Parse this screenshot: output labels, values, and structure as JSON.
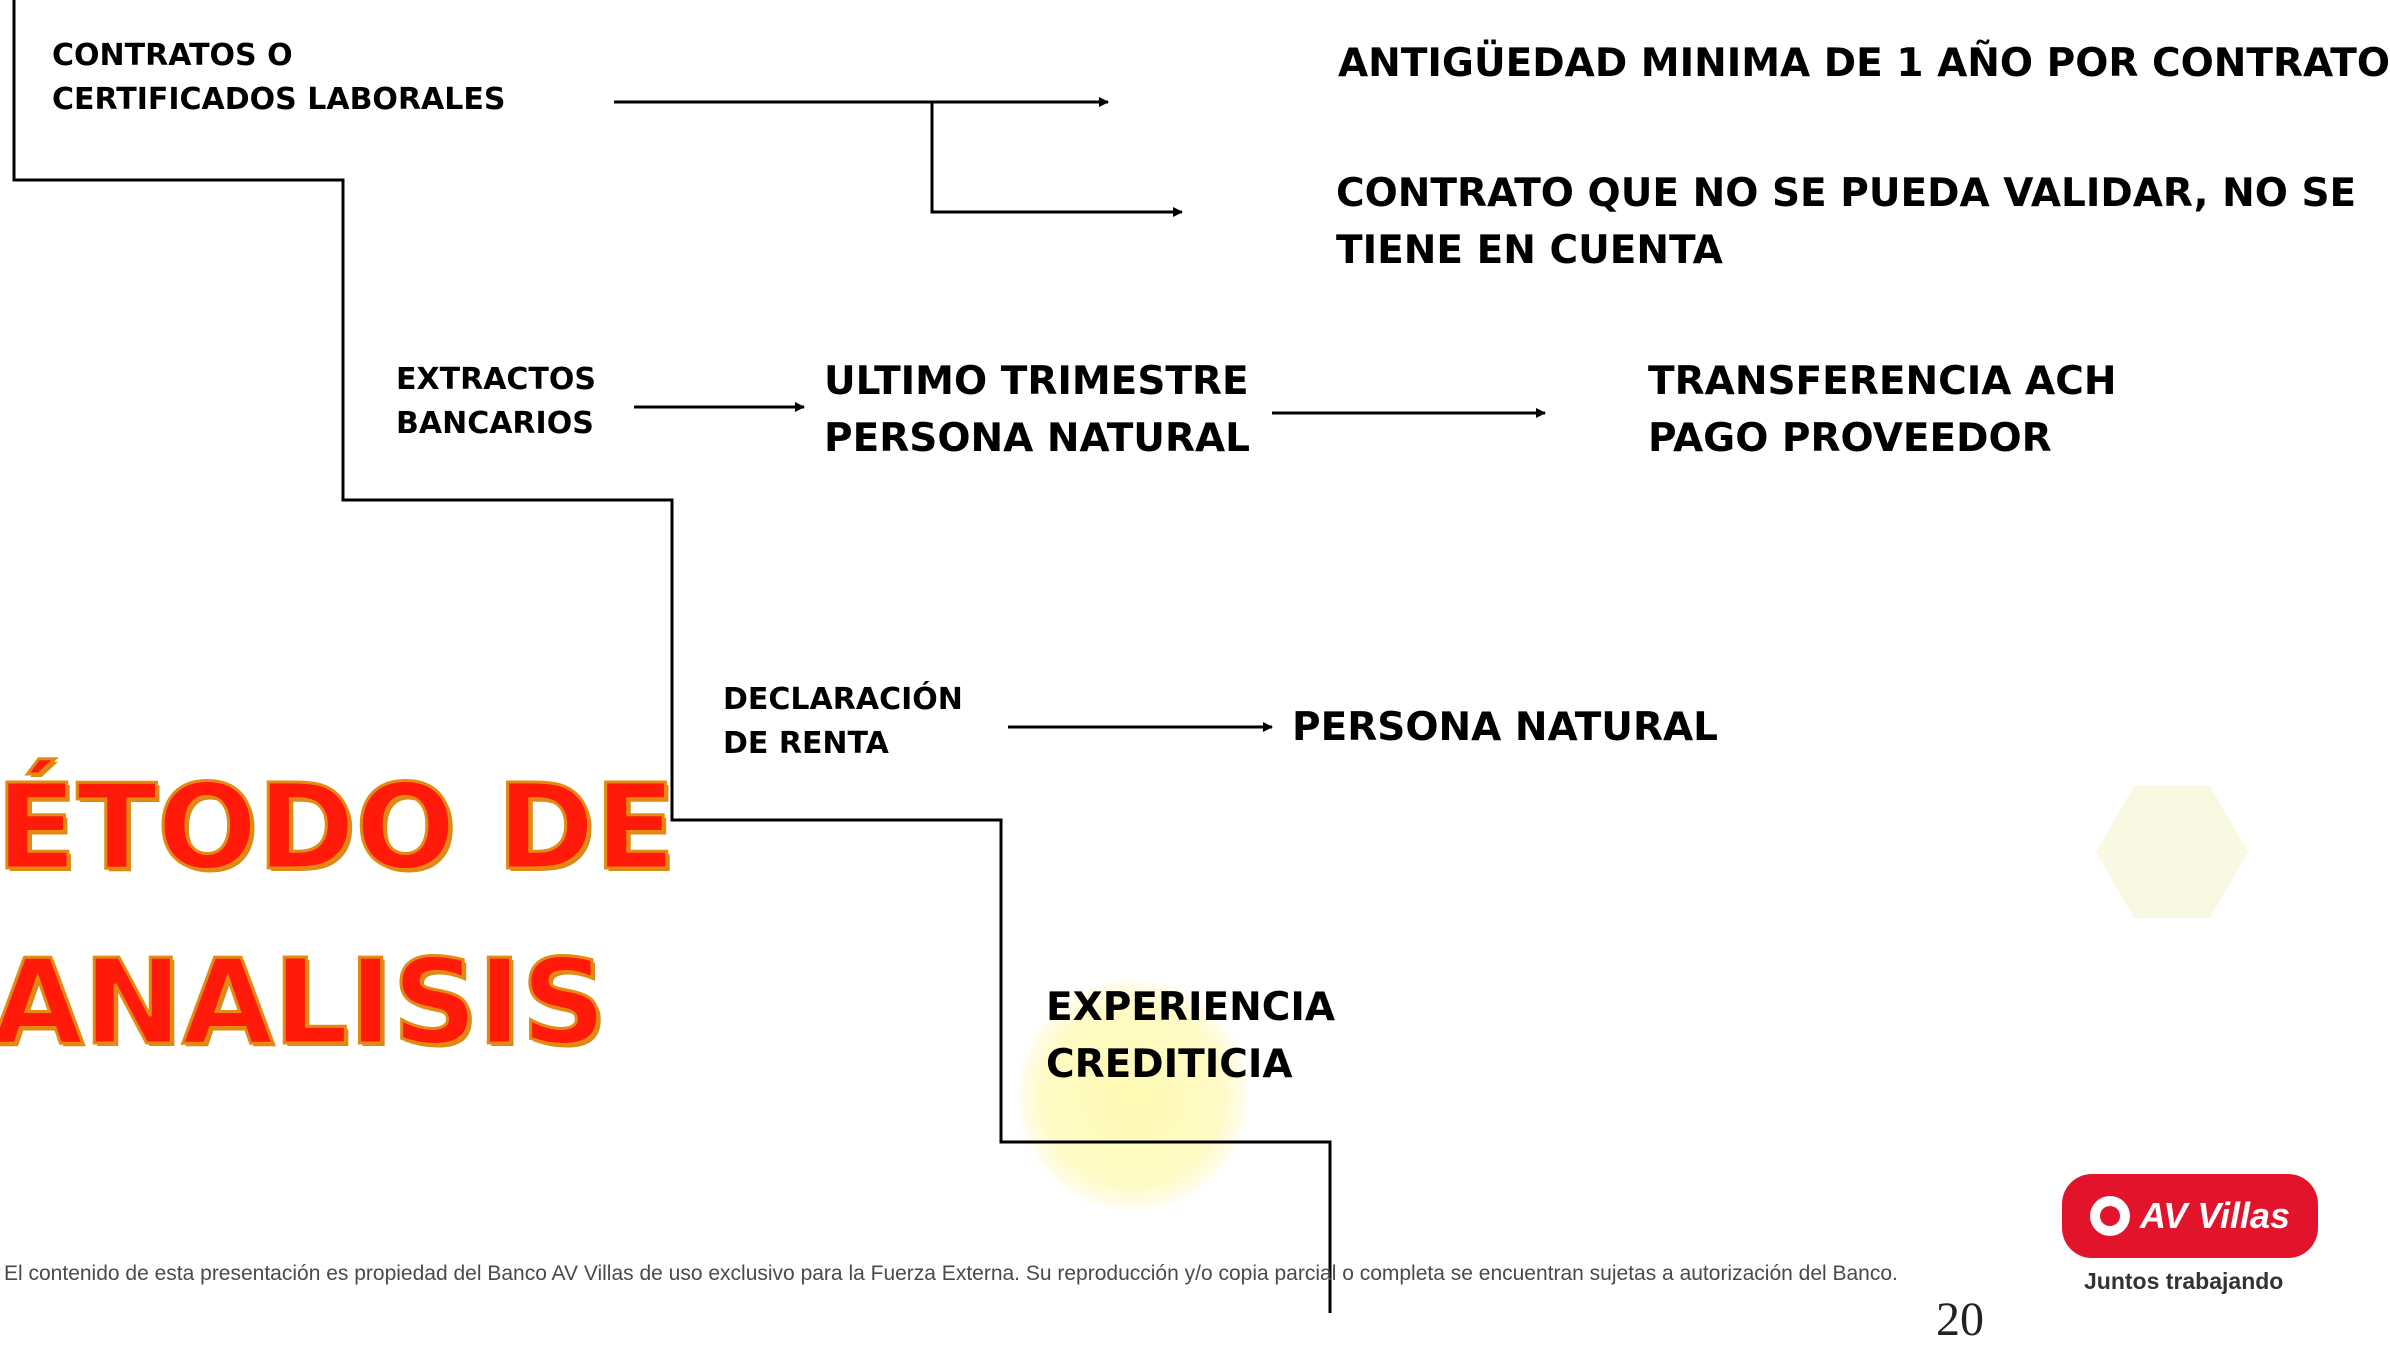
{
  "labels": {
    "contratos_1": "CONTRATOS O",
    "contratos_2": "CERTIFICADOS LABORALES",
    "antiguedad": "ANTIGÜEDAD MINIMA DE 1 AÑO POR CONTRATO",
    "validar_1": "CONTRATO QUE NO SE PUEDA VALIDAR, NO SE",
    "validar_2": "TIENE EN CUENTA",
    "extractos_1": "EXTRACTOS",
    "extractos_2": "BANCARIOS",
    "trimestre_1": "ULTIMO TRIMESTRE",
    "trimestre_2": "PERSONA NATURAL",
    "transferencia_1": "TRANSFERENCIA ACH",
    "transferencia_2": "PAGO PROVEEDOR",
    "declaracion_1": "DECLARACIÓN",
    "declaracion_2": "DE RENTA",
    "persona_natural": "PERSONA NATURAL",
    "experiencia_1": "EXPERIENCIA",
    "experiencia_2": "CREDITICIA"
  },
  "title": {
    "line1": "ÉTODO DE",
    "line2": "ANALISIS"
  },
  "footer": {
    "disclaimer": "El contenido de esta presentación es propiedad del Banco AV Villas de uso exclusivo para la Fuerza Externa. Su reproducción y/o copia parcial o completa se encuentran sujetas a autorización del Banco.",
    "page_number": "20"
  },
  "brand": {
    "name": "AV Villas",
    "slogan": "Juntos trabajando",
    "color": "#e2142b"
  },
  "colors": {
    "title_fill": "#ff1a0a",
    "title_outline": "#e58a10"
  }
}
